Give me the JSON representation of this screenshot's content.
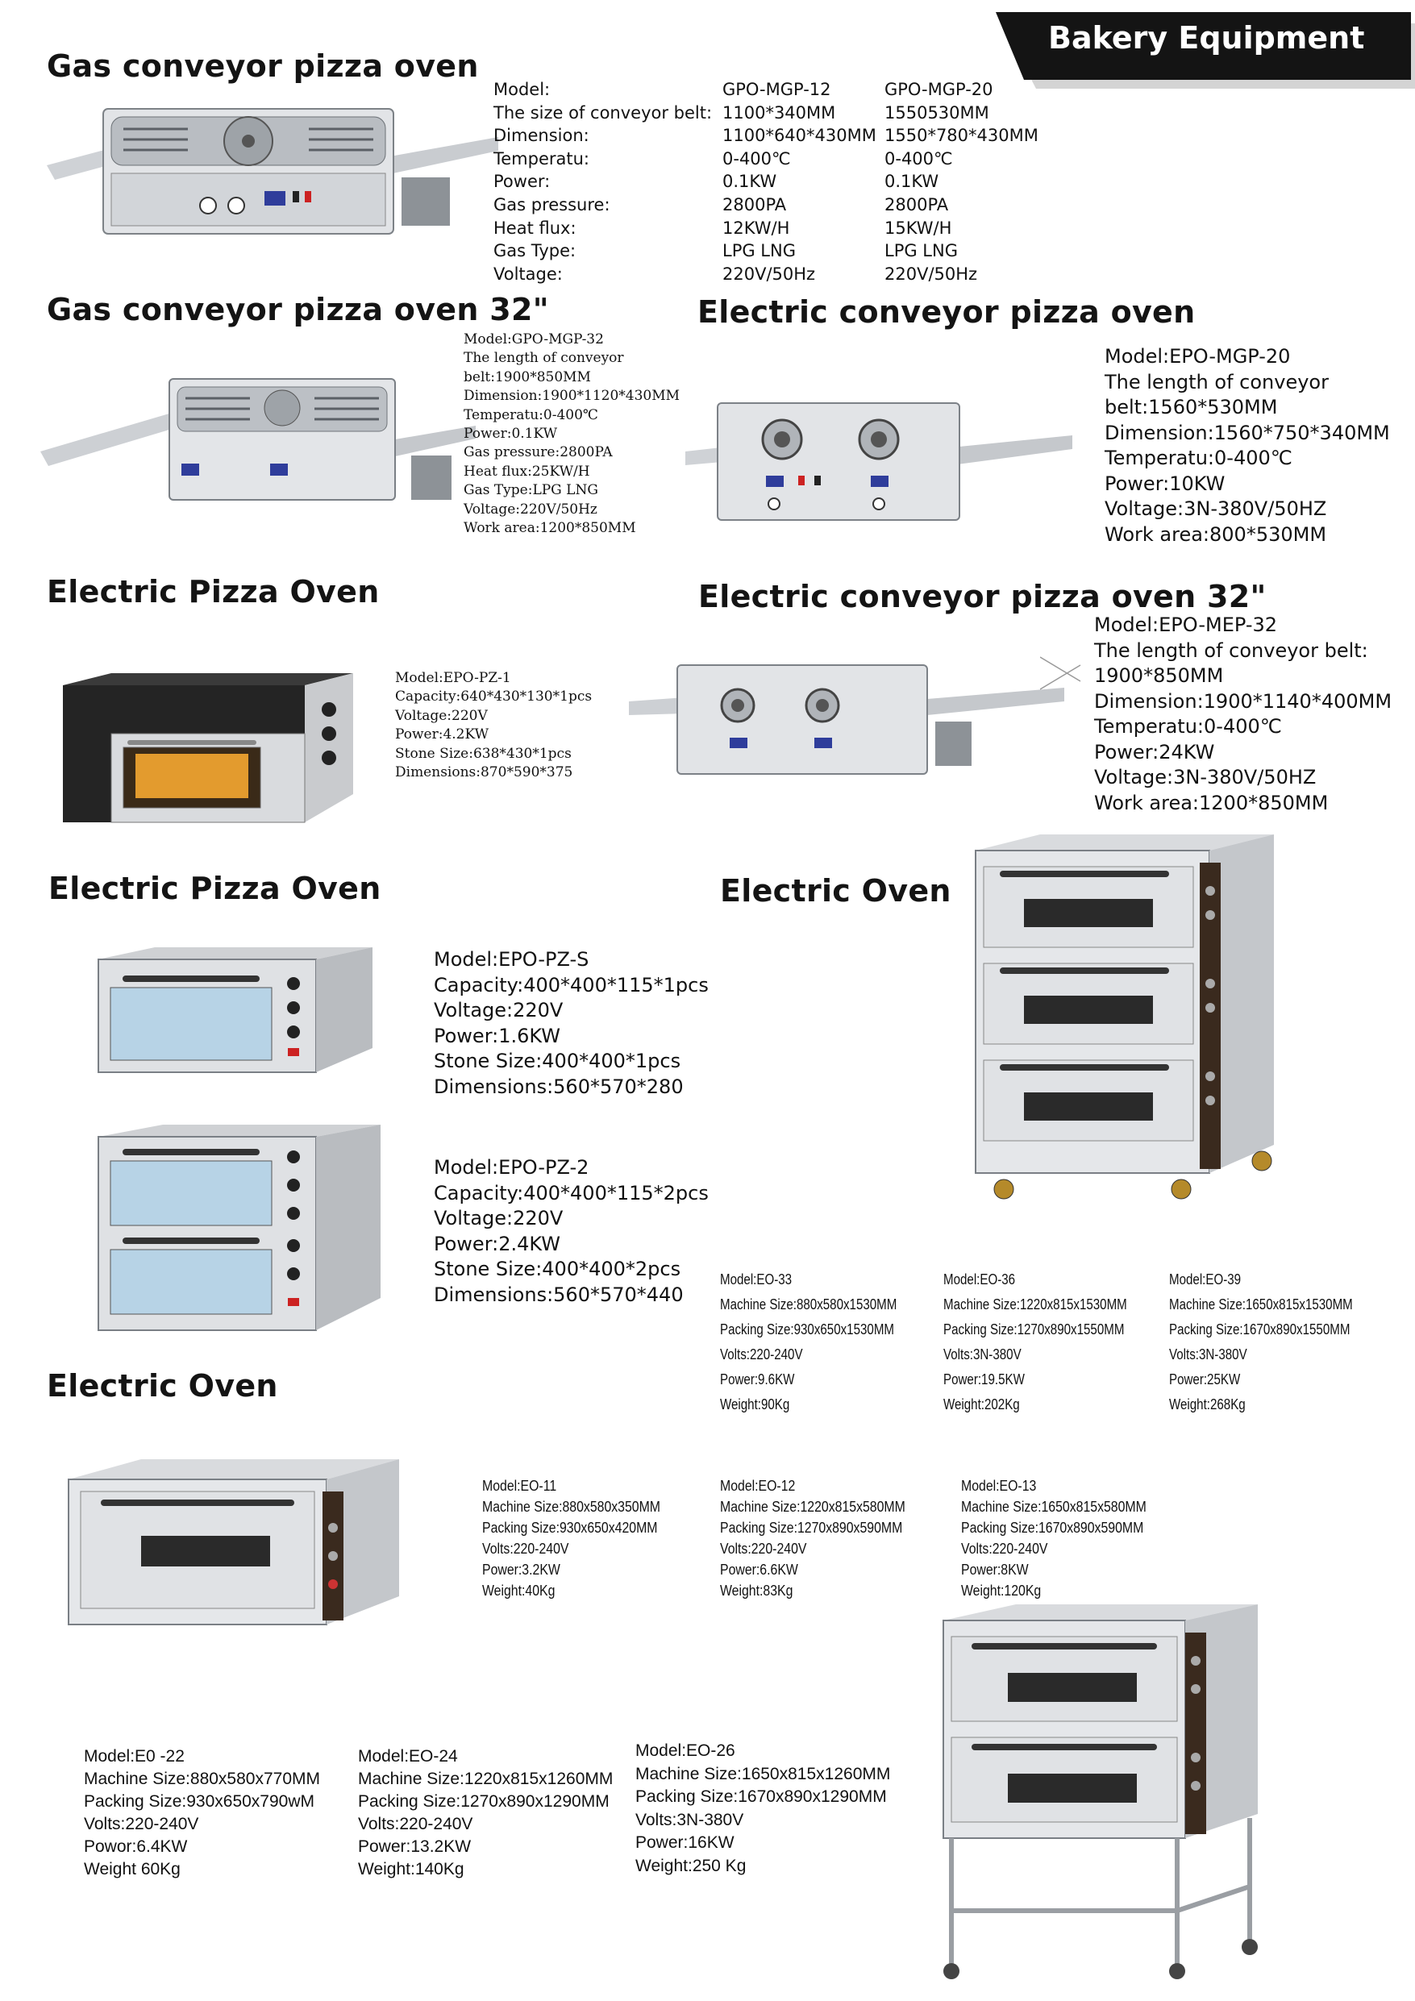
{
  "header": {
    "badge": "Bakery Equipment"
  },
  "sections": {
    "gas_conveyor": {
      "title": "Gas conveyor pizza oven",
      "table": [
        [
          "Model:",
          "GPO-MGP-12",
          "GPO-MGP-20"
        ],
        [
          "The size of conveyor belt:",
          "1100*340MM",
          "1550530MM"
        ],
        [
          "Dimension:",
          "1100*640*430MM",
          "1550*780*430MM"
        ],
        [
          "Temperatu:",
          "0-400℃",
          "0-400℃"
        ],
        [
          "Power:",
          "0.1KW",
          "0.1KW"
        ],
        [
          "Gas pressure:",
          "2800PA",
          "2800PA"
        ],
        [
          "Heat flux:",
          "12KW/H",
          "15KW/H"
        ],
        [
          "Gas Type:",
          "LPG LNG",
          "LPG LNG"
        ],
        [
          "Voltage:",
          "220V/50Hz",
          "220V/50Hz"
        ]
      ]
    },
    "gas_conveyor_32": {
      "title": "Gas conveyor pizza oven 32\"",
      "specs": [
        "Model:GPO-MGP-32",
        "The length of conveyor",
        "belt:1900*850MM",
        "Dimension:1900*1120*430MM",
        "Temperatu:0-400℃",
        "Power:0.1KW",
        "Gas pressure:2800PA",
        "Heat flux:25KW/H",
        "Gas Type:LPG LNG",
        "Voltage:220V/50Hz",
        "Work area:1200*850MM"
      ]
    },
    "electric_conveyor": {
      "title": "Electric conveyor pizza oven",
      "specs": [
        "Model:EPO-MGP-20",
        "The length of conveyor",
        "belt:1560*530MM",
        "Dimension:1560*750*340MM",
        "Temperatu:0-400℃",
        "Power:10KW",
        "Voltage:3N-380V/50HZ",
        "Work area:800*530MM"
      ]
    },
    "electric_pizza_1": {
      "title": "Electric Pizza Oven",
      "specs": [
        "Model:EPO-PZ-1",
        "Capacity:640*430*130*1pcs",
        "Voltage:220V",
        "Power:4.2KW",
        "Stone Size:638*430*1pcs",
        "Dimensions:870*590*375"
      ]
    },
    "electric_conveyor_32": {
      "title": "Electric conveyor pizza oven 32\"",
      "specs": [
        "Model:EPO-MEP-32",
        "The length of conveyor belt:",
        "1900*850MM",
        "Dimension:1900*1140*400MM",
        "Temperatu:0-400℃",
        "Power:24KW",
        "Voltage:3N-380V/50HZ",
        "Work area:1200*850MM"
      ]
    },
    "electric_pizza_2": {
      "title": "Electric Pizza Oven",
      "specs_s": [
        "Model:EPO-PZ-S",
        "Capacity:400*400*115*1pcs",
        "Voltage:220V",
        "Power:1.6KW",
        "Stone Size:400*400*1pcs",
        "Dimensions:560*570*280"
      ],
      "specs_2": [
        "Model:EPO-PZ-2",
        "Capacity:400*400*115*2pcs",
        "Voltage:220V",
        "Power:2.4KW",
        "Stone Size:400*400*2pcs",
        "Dimensions:560*570*440"
      ]
    },
    "electric_oven_3deck": {
      "title": "Electric Oven",
      "eo33": [
        "Model:EO-33",
        "Machine Size:880x580x1530MM",
        "Packing Size:930x650x1530MM",
        "Volts:220-240V",
        "Power:9.6KW",
        "Weight:90Kg"
      ],
      "eo36": [
        "Model:EO-36",
        "Machine Size:1220x815x1530MM",
        "Packing Size:1270x890x1550MM",
        "Volts:3N-380V",
        "Power:19.5KW",
        "Weight:202Kg"
      ],
      "eo39": [
        "Model:EO-39",
        "Machine Size:1650x815x1530MM",
        "Packing Size:1670x890x1550MM",
        "Volts:3N-380V",
        "Power:25KW",
        "Weight:268Kg"
      ]
    },
    "electric_oven_1deck": {
      "title": "Electric Oven",
      "eo11": [
        "Model:EO-11",
        "Machine Size:880x580x350MM",
        "Packing Size:930x650x420MM",
        "Volts:220-240V",
        "Power:3.2KW",
        "Weight:40Kg"
      ],
      "eo12": [
        "Model:EO-12",
        "Machine Size:1220x815x580MM",
        "Packing Size:1270x890x590MM",
        "Volts:220-240V",
        "Power:6.6KW",
        "Weight:83Kg"
      ],
      "eo13": [
        "Model:EO-13",
        "Machine Size:1650x815x580MM",
        "Packing Size:1670x890x590MM",
        "Volts:220-240V",
        "Power:8KW",
        "Weight:120Kg"
      ]
    },
    "electric_oven_2deck": {
      "eo22": [
        "Model:E0 -22",
        "Machine Size:880x580x770MM",
        "Packing Size:930x650x790wM",
        "Volts:220-240V",
        "Powor:6.4KW",
        "Weight 60Kg"
      ],
      "eo24": [
        "Model:EO-24",
        "Machine Size:1220x815x1260MM",
        "Packing Size:1270x890x1290MM",
        "Volts:220-240V",
        "Power:13.2KW",
        "Weight:140Kg"
      ],
      "eo26": [
        "Model:EO-26",
        "Machine Size:1650x815x1260MM",
        "Packing Size:1670x890x1290MM",
        "Volts:3N-380V",
        "Power:16KW",
        "Weight:250 Kg"
      ]
    }
  }
}
